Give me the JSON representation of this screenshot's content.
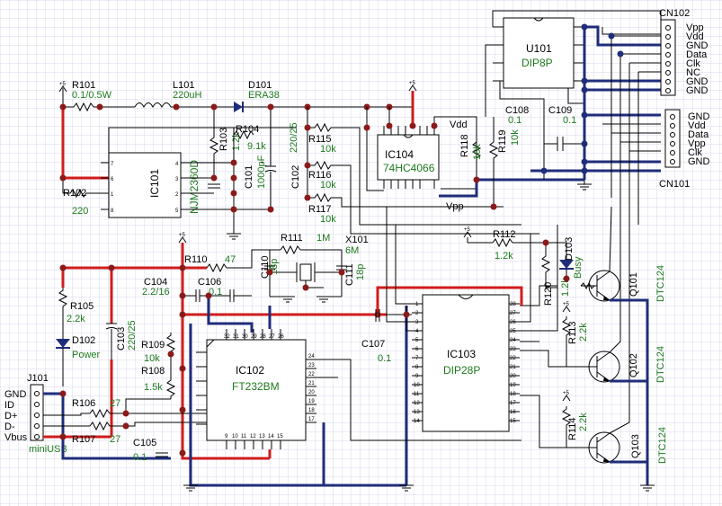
{
  "colors": {
    "grid": "#d7d7ee",
    "wire": "#000000",
    "bus_blue": "#1f2d7a",
    "power_red": "#d01c1c",
    "value_text": "#1d7a1d",
    "junction": "#8b1a1a"
  },
  "icons": [
    "ground-icon",
    "power-arrow-icon",
    "resistor-icon",
    "capacitor-icon",
    "inductor-icon",
    "diode-icon",
    "led-icon",
    "transistor-icon",
    "crystal-icon",
    "connector-pin-icon"
  ],
  "supply": {
    "label": "+5"
  },
  "nets": {
    "vdd": "Vdd",
    "vpp": "Vpp"
  },
  "components": {
    "r101": {
      "ref": "R101",
      "value": "0.1/0.5W"
    },
    "l101": {
      "ref": "L101",
      "value": "220uH"
    },
    "d101": {
      "ref": "D101",
      "value": "ERA38"
    },
    "r102": {
      "ref": "R102",
      "value": "220"
    },
    "r103": {
      "ref": "R103",
      "value": "1.2k"
    },
    "r104": {
      "ref": "R104",
      "value": "9.1k"
    },
    "c101": {
      "ref": "C101",
      "value": "1000pF"
    },
    "c102": {
      "ref": "C102",
      "value": "220/25"
    },
    "r115": {
      "ref": "R115",
      "value": "10k"
    },
    "r116": {
      "ref": "R116",
      "value": "10k"
    },
    "r117": {
      "ref": "R117",
      "value": "10k"
    },
    "r118": {
      "ref": "R118",
      "value": "10k"
    },
    "r119": {
      "ref": "R119",
      "value": "10k"
    },
    "c108": {
      "ref": "C108",
      "value": "0.1"
    },
    "c109": {
      "ref": "C109",
      "value": "0.1"
    },
    "r111": {
      "ref": "R111",
      "value": "1M"
    },
    "x101": {
      "ref": "X101",
      "value": "6M"
    },
    "r112": {
      "ref": "R112",
      "value": "1.2k"
    },
    "d103": {
      "ref": "D103",
      "value": "Busy"
    },
    "r110": {
      "ref": "R110",
      "value": "47"
    },
    "c104": {
      "ref": "C104",
      "value": "2.2/16"
    },
    "c106": {
      "ref": "C106",
      "value": "0.1"
    },
    "c110": {
      "ref": "C110",
      "value": "18p"
    },
    "c111": {
      "ref": "C111",
      "value": "18p"
    },
    "r105": {
      "ref": "R105",
      "value": "2.2k"
    },
    "c103": {
      "ref": "C103",
      "value": "220/25"
    },
    "d102": {
      "ref": "D102",
      "value": "Power"
    },
    "r109": {
      "ref": "R109",
      "value": "10k"
    },
    "r108": {
      "ref": "R108",
      "value": "1.5k"
    },
    "r106": {
      "ref": "R106",
      "value": "27"
    },
    "r107": {
      "ref": "R107",
      "value": "27"
    },
    "c105": {
      "ref": "C105",
      "value": "0.1"
    },
    "c107": {
      "ref": "C107",
      "value": "0.1"
    },
    "r120": {
      "ref": "R120",
      "value": "1.2k"
    },
    "r113": {
      "ref": "R113",
      "value": "2.2k"
    },
    "r114": {
      "ref": "R114",
      "value": "2.2k"
    },
    "q101": {
      "ref": "Q101",
      "value": "DTC124"
    },
    "q102": {
      "ref": "Q102",
      "value": "DTC124"
    },
    "q103": {
      "ref": "Q103",
      "value": "DTC124"
    }
  },
  "ics": {
    "ic101": {
      "ref": "IC101",
      "part": "NJM2360D"
    },
    "ic104": {
      "ref": "IC104",
      "part": "74HC4066"
    },
    "u101": {
      "ref": "U101",
      "part": "DIP8P"
    },
    "ic102": {
      "ref": "IC102",
      "part": "FT232BM"
    },
    "ic103": {
      "ref": "IC103",
      "part": "DIP28P"
    }
  },
  "connectors": {
    "cn102": {
      "ref": "CN102",
      "pins": [
        "Vpp",
        "Vdd",
        "GND",
        "Data",
        "Clk",
        "NC",
        "GND",
        "GND"
      ]
    },
    "cn101": {
      "ref": "CN101",
      "pins": [
        "GND",
        "Vdd",
        "Data",
        "Vpp",
        "Clk",
        "GND"
      ]
    },
    "j101": {
      "ref": "J101",
      "label": "miniUSB",
      "pins": [
        "GND",
        "ID",
        "D+",
        "D-",
        "Vbus"
      ]
    }
  }
}
